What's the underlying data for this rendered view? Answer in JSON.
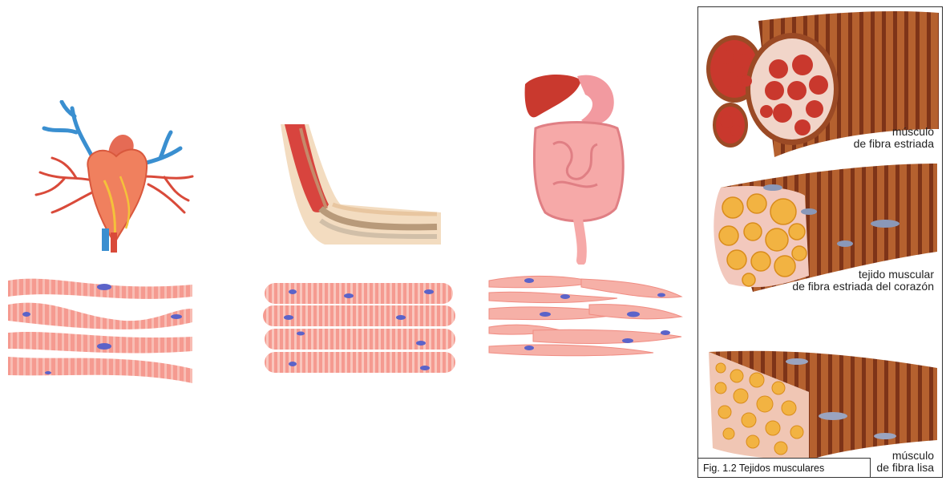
{
  "panel": {
    "labels": {
      "striated_line1": "músculo",
      "striated_line2": "de fibra estriada",
      "cardiac_line1": "tejido muscular",
      "cardiac_line2": "de fibra estriada del corazón",
      "smooth_line1": "músculo",
      "smooth_line2": "de fibra lisa"
    },
    "caption": "Fig. 1.2 Tejidos musculares"
  },
  "colors": {
    "muscle": "#f28f84",
    "muscle_light": "#f8c2ba",
    "nucleus": "#5b63c9",
    "vein": "#3a8fd0",
    "artery": "#d94a3a",
    "fiber_brown": "#a0522d",
    "fiber_cell_yellow": "#f2b342"
  },
  "icons": [
    "heart-illustration",
    "arm-illustration",
    "digestive-illustration"
  ]
}
